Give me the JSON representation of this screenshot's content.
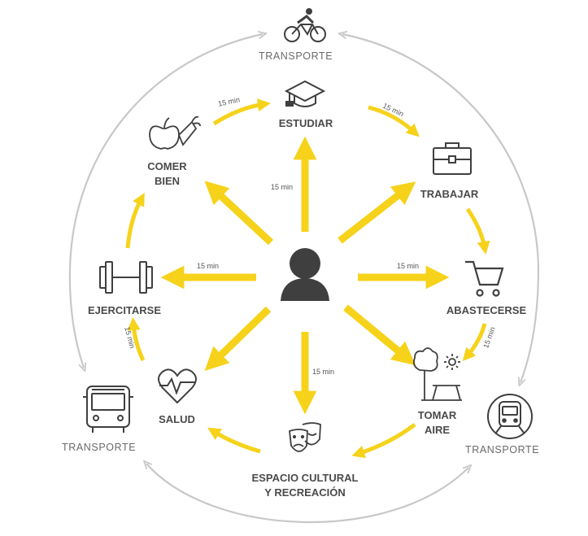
{
  "colors": {
    "accent": "#f6d21a",
    "icon": "#3f3f3f",
    "ring": "#c8c8c8",
    "text": "#4a4a4a"
  },
  "center": {
    "icon": "person-icon"
  },
  "activities": [
    {
      "id": "estudiar",
      "label": "ESTUDIAR",
      "icon": "graduation-cap-icon"
    },
    {
      "id": "trabajar",
      "label": "TRABAJAR",
      "icon": "briefcase-icon"
    },
    {
      "id": "abastecerse",
      "label": "ABASTECERSE",
      "icon": "shopping-cart-icon"
    },
    {
      "id": "tomar-aire",
      "label_line1": "TOMAR",
      "label_line2": "AIRE",
      "icon": "park-icon"
    },
    {
      "id": "espacio-cultural",
      "label_line1": "ESPACIO CULTURAL",
      "label_line2": "Y RECREACIÓN",
      "icon": "theater-masks-icon"
    },
    {
      "id": "salud",
      "label": "SALUD",
      "icon": "heart-pulse-icon"
    },
    {
      "id": "ejercitarse",
      "label": "EJERCITARSE",
      "icon": "dumbbell-icon"
    },
    {
      "id": "comer-bien",
      "label_line1": "COMER",
      "label_line2": "BIEN",
      "icon": "fruit-icon"
    }
  ],
  "transport": [
    {
      "label": "TRANSPORTE",
      "icon": "bicycle-icon"
    },
    {
      "label": "TRANSPORTE",
      "icon": "bus-icon"
    },
    {
      "label": "TRANSPORTE",
      "icon": "train-icon"
    }
  ],
  "time_labels": {
    "estudiar": "15 min",
    "abastecerse": "15 min",
    "espacio": "15 min",
    "ejercitarse": "15 min",
    "comer_estudiar": "15 min",
    "estudiar_trabajar": "15 min",
    "abastecerse_tomar": "15 min",
    "salud_ejercitarse": "15 min"
  }
}
